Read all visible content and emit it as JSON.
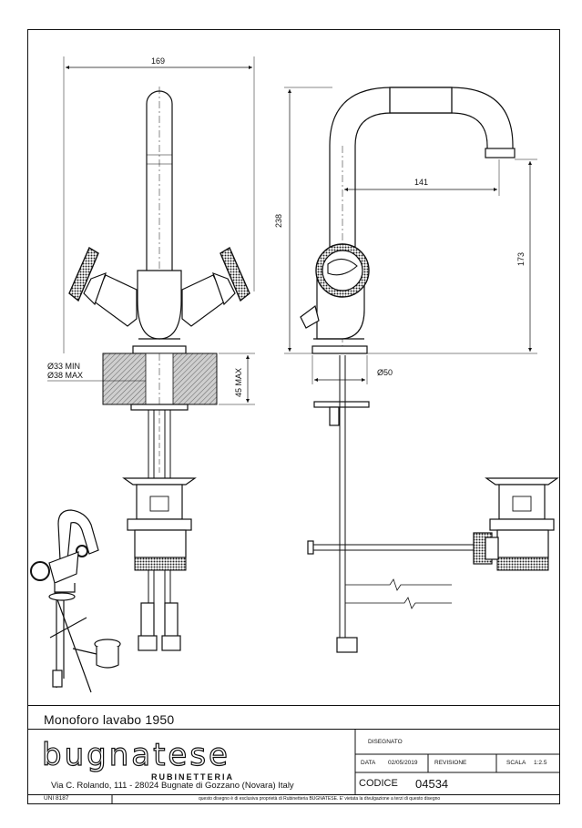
{
  "dimensions": {
    "width_top": "169",
    "height_total": "238",
    "reach": "141",
    "height_spout": "173",
    "hole_min": "Ø33 MIN",
    "hole_max": "Ø38 MAX",
    "deck_max": "45 MAX",
    "base_diameter": "Ø50"
  },
  "title": "Monoforo lavabo 1950",
  "brand": {
    "name": "bugnatese",
    "subtitle": "RUBINETTERIA",
    "address": "Via C. Rolando, 111 - 28024 Bugnate di Gozzano (Novara) Italy"
  },
  "title_block": {
    "disegnato_label": "DISEGNATO",
    "data_label": "DATA",
    "data_value": "02/05/2019",
    "revisione_label": "REVISIONE",
    "scala_label": "SCALA",
    "scala_value": "1:2.5",
    "codice_label": "CODICE",
    "codice_value": "04534"
  },
  "footer": {
    "standard": "UNI 8187",
    "notice": "questo disegno è di esclusiva proprietà di Rubinetteria BUGNATESE. E' vietata la divulgazione a terzi di questo disegno"
  },
  "colors": {
    "line": "#111111",
    "hatch": "#9a9a9a",
    "knurl": "#222222"
  }
}
